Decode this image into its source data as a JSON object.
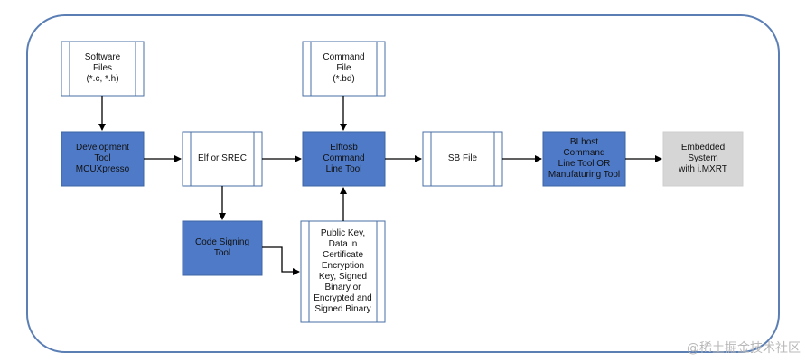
{
  "nodes": {
    "software_files": "Software\nFiles\n(*.c, *.h)",
    "command_file": "Command\nFile\n(*.bd)",
    "development_tool": "Development\nTool\nMCUXpresso",
    "elf_or_srec": "Elf or SREC",
    "elftosb": "Elftosb\nCommand\nLine Tool",
    "sb_file": "SB File",
    "blhost": "BLhost\nCommand\nLine Tool OR\nManufaturing Tool",
    "embedded_system": "Embedded\nSystem\nwith i.MXRT",
    "code_signing_tool": "Code Signing\nTool",
    "keys_data": "Public Key,\nData in\nCertificate\nEncryption\nKey, Signed\nBinary or\nEncrypted and\nSigned Binary"
  },
  "colors": {
    "frame": "#5b7fb5",
    "tool_fill": "#4f7ac7",
    "doc_border": "#4a6fa5",
    "target_fill": "#d6d6d6"
  },
  "watermark": "@稀土掘金技术社区"
}
